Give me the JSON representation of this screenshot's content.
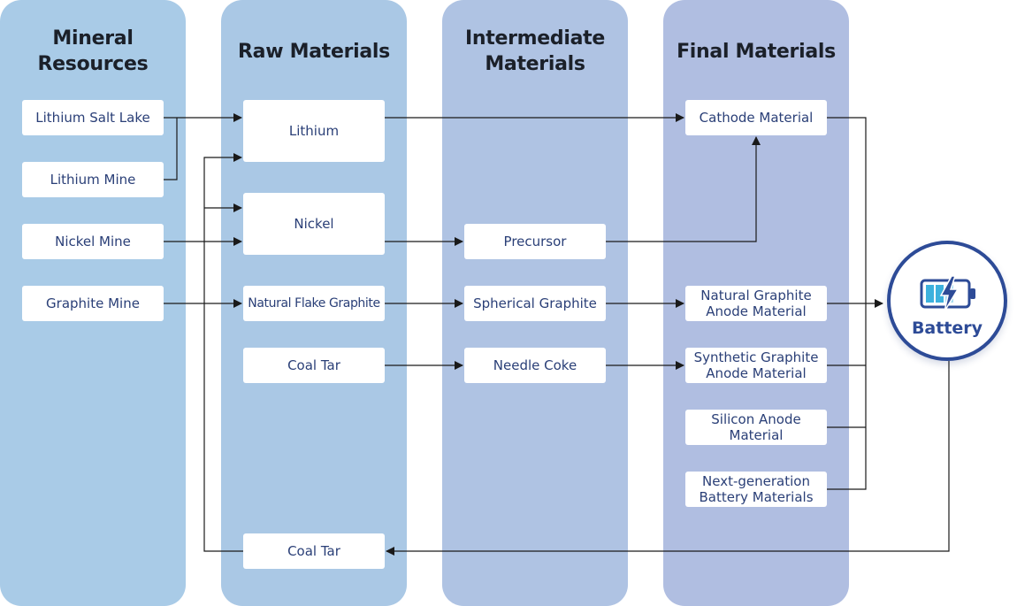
{
  "columns": {
    "mineral": "Mineral\nResources",
    "raw": "Raw Materials",
    "intermediate": "Intermediate\nMaterials",
    "final": "Final Materials"
  },
  "mineral": {
    "lithium_salt_lake": "Lithium Salt Lake",
    "lithium_mine": "Lithium Mine",
    "nickel_mine": "Nickel Mine",
    "graphite_mine": "Graphite Mine"
  },
  "raw": {
    "lithium": "Lithium",
    "nickel": "Nickel",
    "natural_flake_graphite": "Natural Flake Graphite",
    "coal_tar": "Coal Tar",
    "coal_tar_recycled": "Coal Tar"
  },
  "intermediate": {
    "precursor": "Precursor",
    "spherical_graphite": "Spherical Graphite",
    "needle_coke": "Needle Coke"
  },
  "final": {
    "cathode": "Cathode Material",
    "natural_graphite_anode": "Natural Graphite\nAnode Material",
    "synthetic_graphite_anode": "Synthetic Graphite\nAnode Material",
    "silicon_anode": "Silicon Anode\nMaterial",
    "next_gen": "Next-generation\nBattery Materials"
  },
  "battery": {
    "label": "Battery",
    "icon": "battery-charging-icon",
    "colors": {
      "ring": "#2d4b97",
      "cell": "#3db1dd",
      "bolt": "#2d4b97"
    }
  },
  "colors": {
    "text": "#2a3f77",
    "line": "#1a1a1a"
  }
}
